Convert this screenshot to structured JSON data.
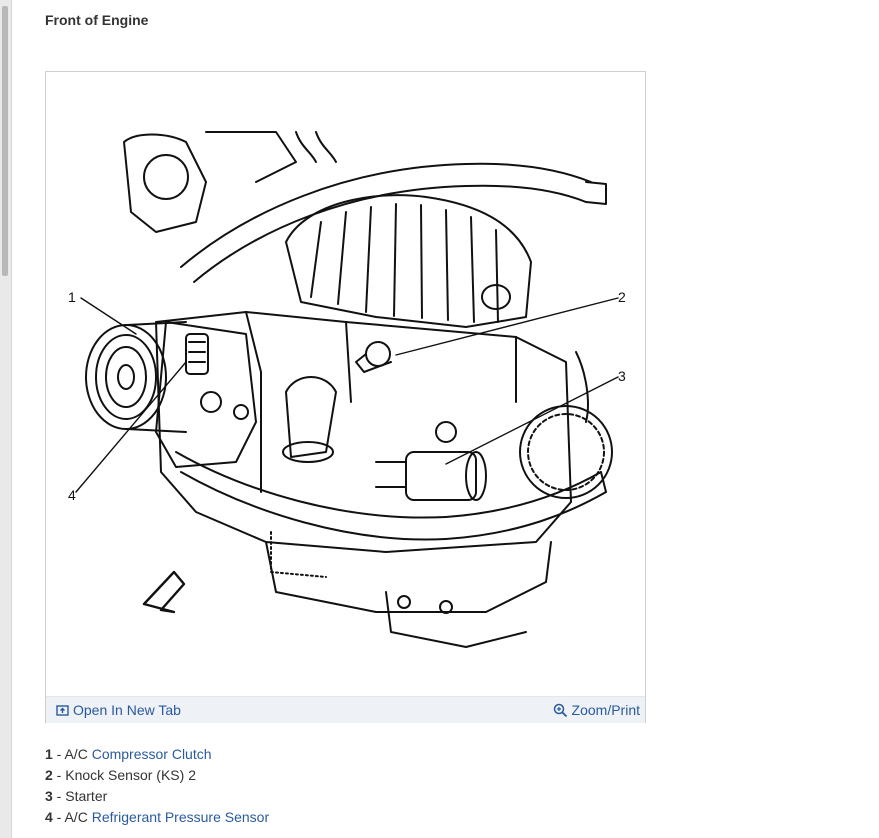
{
  "page": {
    "title": "Front of Engine"
  },
  "figure": {
    "callouts": [
      "1",
      "2",
      "3",
      "4"
    ],
    "toolbar": {
      "open_tab_label": "Open In New Tab",
      "open_tab_icon": "open-new-tab-icon",
      "zoom_label": "Zoom/Print",
      "zoom_icon": "zoom-in-icon"
    }
  },
  "legend": [
    {
      "num": "1",
      "sep": " - ",
      "prefix": "A/C ",
      "link": "Compressor Clutch",
      "suffix": ""
    },
    {
      "num": "2",
      "sep": " - ",
      "prefix": "Knock Sensor (KS) 2",
      "link": "",
      "suffix": ""
    },
    {
      "num": "3",
      "sep": " - ",
      "prefix": "Starter",
      "link": "",
      "suffix": ""
    },
    {
      "num": "4",
      "sep": " - ",
      "prefix": "A/C ",
      "link": "Refrigerant Pressure Sensor",
      "suffix": ""
    }
  ],
  "colors": {
    "link": "#2a5a9e",
    "toolbar_bg": "#eef1f6",
    "border": "#cfcfcf"
  }
}
